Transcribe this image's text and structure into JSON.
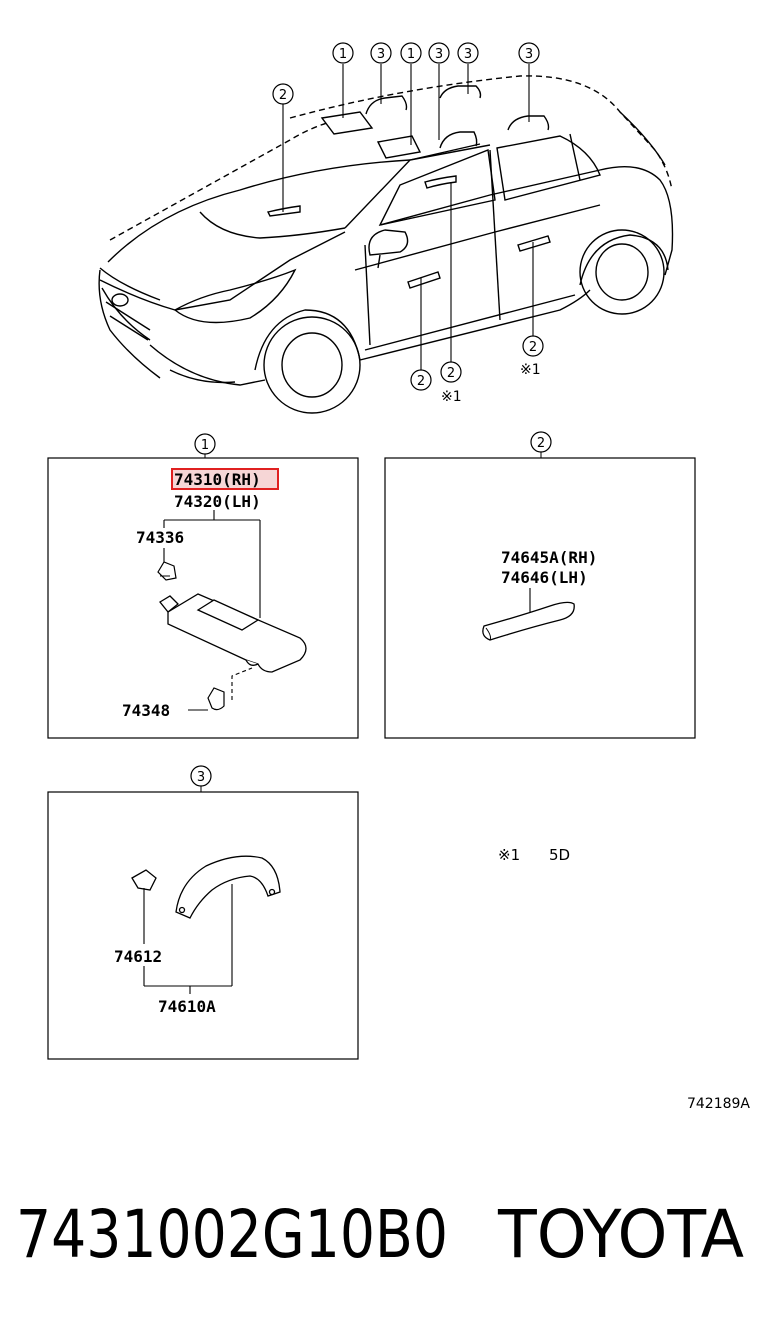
{
  "callouts": {
    "one": "1",
    "two": "2",
    "three": "3"
  },
  "car_notes": {
    "mark_1": "※1"
  },
  "panel_1": {
    "part_rh": "74310(RH)",
    "part_lh": "74320(LH)",
    "part_clip": "74336",
    "part_holder": "74348"
  },
  "panel_2": {
    "part_rh": "74645A(RH)",
    "part_lh": "74646(LH)"
  },
  "panel_3": {
    "part_cap": "74612",
    "part_grip": "74610A"
  },
  "note": {
    "mark": "※1",
    "text": "5D"
  },
  "diagram_code": "742189A",
  "footer": {
    "part_number": "7431002G10B0",
    "brand": "TOYOTA"
  },
  "highlight_color": "#e02020"
}
